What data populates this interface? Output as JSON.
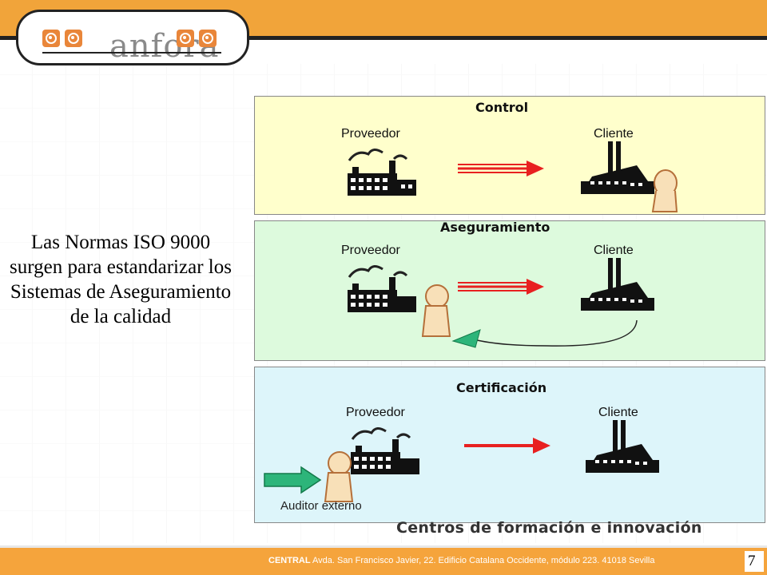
{
  "brand": {
    "name": "anfora"
  },
  "left_text": "Las Normas ISO 9000 surgen para estandarizar los Sistemas de Aseguramiento de la calidad",
  "panels": {
    "control": {
      "title": "Control",
      "provider": "Proveedor",
      "client": "Cliente"
    },
    "aseguramiento": {
      "title": "Aseguramiento",
      "provider": "Proveedor",
      "client": "Cliente"
    },
    "certificacion": {
      "title": "Certificación",
      "provider": "Proveedor",
      "client": "Cliente",
      "auditor": "Auditor externo"
    }
  },
  "footer": {
    "title": "Centros de formación e innovación",
    "central_label": "CENTRAL",
    "address": "Avda. San Francisco Javier, 22. Edificio Catalana Occidente, módulo 223. 41018 Sevilla",
    "page_number": "7"
  },
  "colors": {
    "header_orange": "#f1a43a",
    "arrow_red": "#e82020",
    "arrow_green": "#2db57a",
    "control_bg": "#ffffcc",
    "aseg_bg": "#ddfadd",
    "cert_bg": "#ddf5fa"
  }
}
